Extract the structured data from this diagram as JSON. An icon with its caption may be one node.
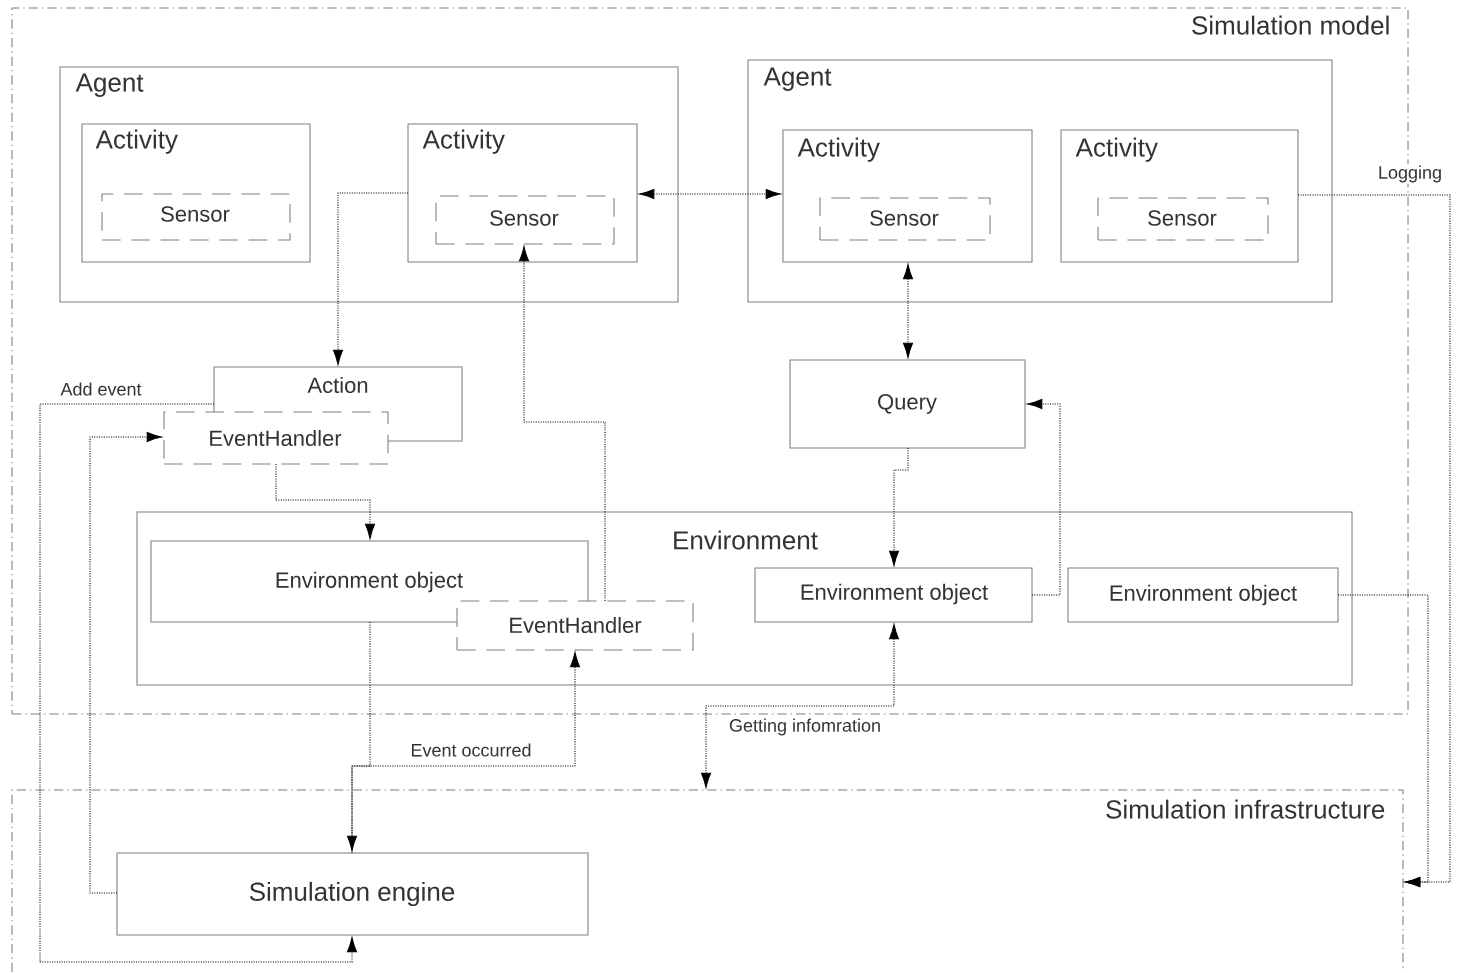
{
  "diagram": {
    "nodes": [
      {
        "text": [
          "Simulation model"
        ]
      },
      {
        "text": [
          "Agent"
        ],
        "in": 0
      },
      {
        "text": [
          "Activity"
        ],
        "in": 1
      },
      {
        "text": [
          "Sensor"
        ],
        "in": 2
      },
      {
        "text": [
          "Activity"
        ],
        "in": 1
      },
      {
        "text": [
          "Sensor"
        ],
        "in": 4
      },
      {
        "text": [
          "Agent"
        ],
        "in": 0
      },
      {
        "text": [
          "Activity"
        ],
        "in": 6
      },
      {
        "text": [
          "Sensor"
        ],
        "in": 7
      },
      {
        "text": [
          "Activity"
        ],
        "in": 6
      },
      {
        "text": [
          "Sensor"
        ],
        "in": 9
      },
      {
        "text": [
          "Action"
        ],
        "in": 0
      },
      {
        "text": [
          "EventHandler"
        ],
        "in": 0
      },
      {
        "text": [
          "Query"
        ],
        "in": 0
      },
      {
        "text": [
          "Environment"
        ],
        "in": 0
      },
      {
        "text": [
          "Environment object"
        ],
        "in": 14
      },
      {
        "text": [
          "EventHandler"
        ],
        "in": 14
      },
      {
        "text": [
          "Environment object"
        ],
        "in": 14
      },
      {
        "text": [
          "Environment object"
        ],
        "in": 14
      },
      {
        "text": [
          "Simulation infrastructure"
        ]
      },
      {
        "text": [
          "Simulation engine"
        ],
        "in": 19
      }
    ],
    "edges": [
      {
        "from": 4,
        "to": 11,
        "arrow": "to"
      },
      {
        "from": 4,
        "to": 7,
        "arrow": "both"
      },
      {
        "from": 16,
        "to": 5,
        "arrow": "to"
      },
      {
        "from": 7,
        "to": 13,
        "arrow": "both"
      },
      {
        "from": 13,
        "to": 17,
        "arrow": "to"
      },
      {
        "from": 17,
        "to": 13,
        "arrow": "to"
      },
      {
        "from": 12,
        "to": 15,
        "arrow": "to"
      },
      {
        "from": 11,
        "to": 20,
        "arrow": "to",
        "label": "Add event"
      },
      {
        "from": 20,
        "to": 12,
        "arrow": "to"
      },
      {
        "from": 15,
        "to": 20,
        "arrow": "to"
      },
      {
        "from": 20,
        "to": 16,
        "arrow": "to",
        "label": "Event occurred"
      },
      {
        "from": 17,
        "to": 19,
        "arrow": "both",
        "label": "Getting infomration"
      },
      {
        "from": 9,
        "to": 19,
        "arrow": "to",
        "label": "Logging"
      },
      {
        "from": 18,
        "to": 19,
        "arrow": "to"
      }
    ]
  }
}
